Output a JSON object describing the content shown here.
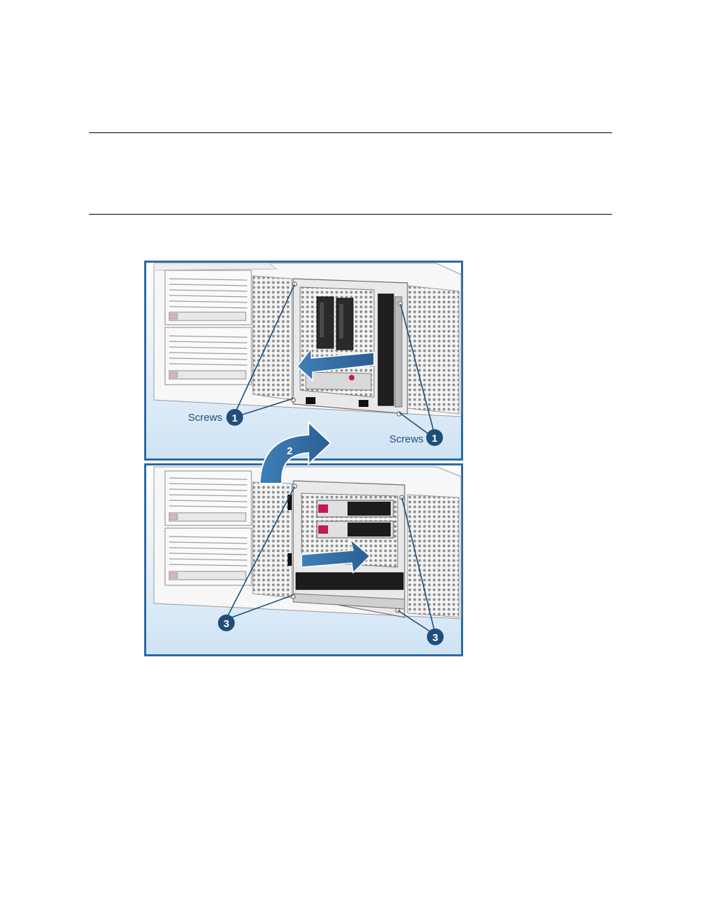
{
  "figure": {
    "callouts": {
      "screws_label": "Screws",
      "step1": "1",
      "step2": "2",
      "step3": "3"
    },
    "colors": {
      "frame_blue": "#2b6aa3",
      "callout_navy": "#1f4e79",
      "arrow_blue": "#2f6fa8",
      "background_blue": "#d9eaf7",
      "drive_handle_magenta": "#c2185b"
    }
  }
}
